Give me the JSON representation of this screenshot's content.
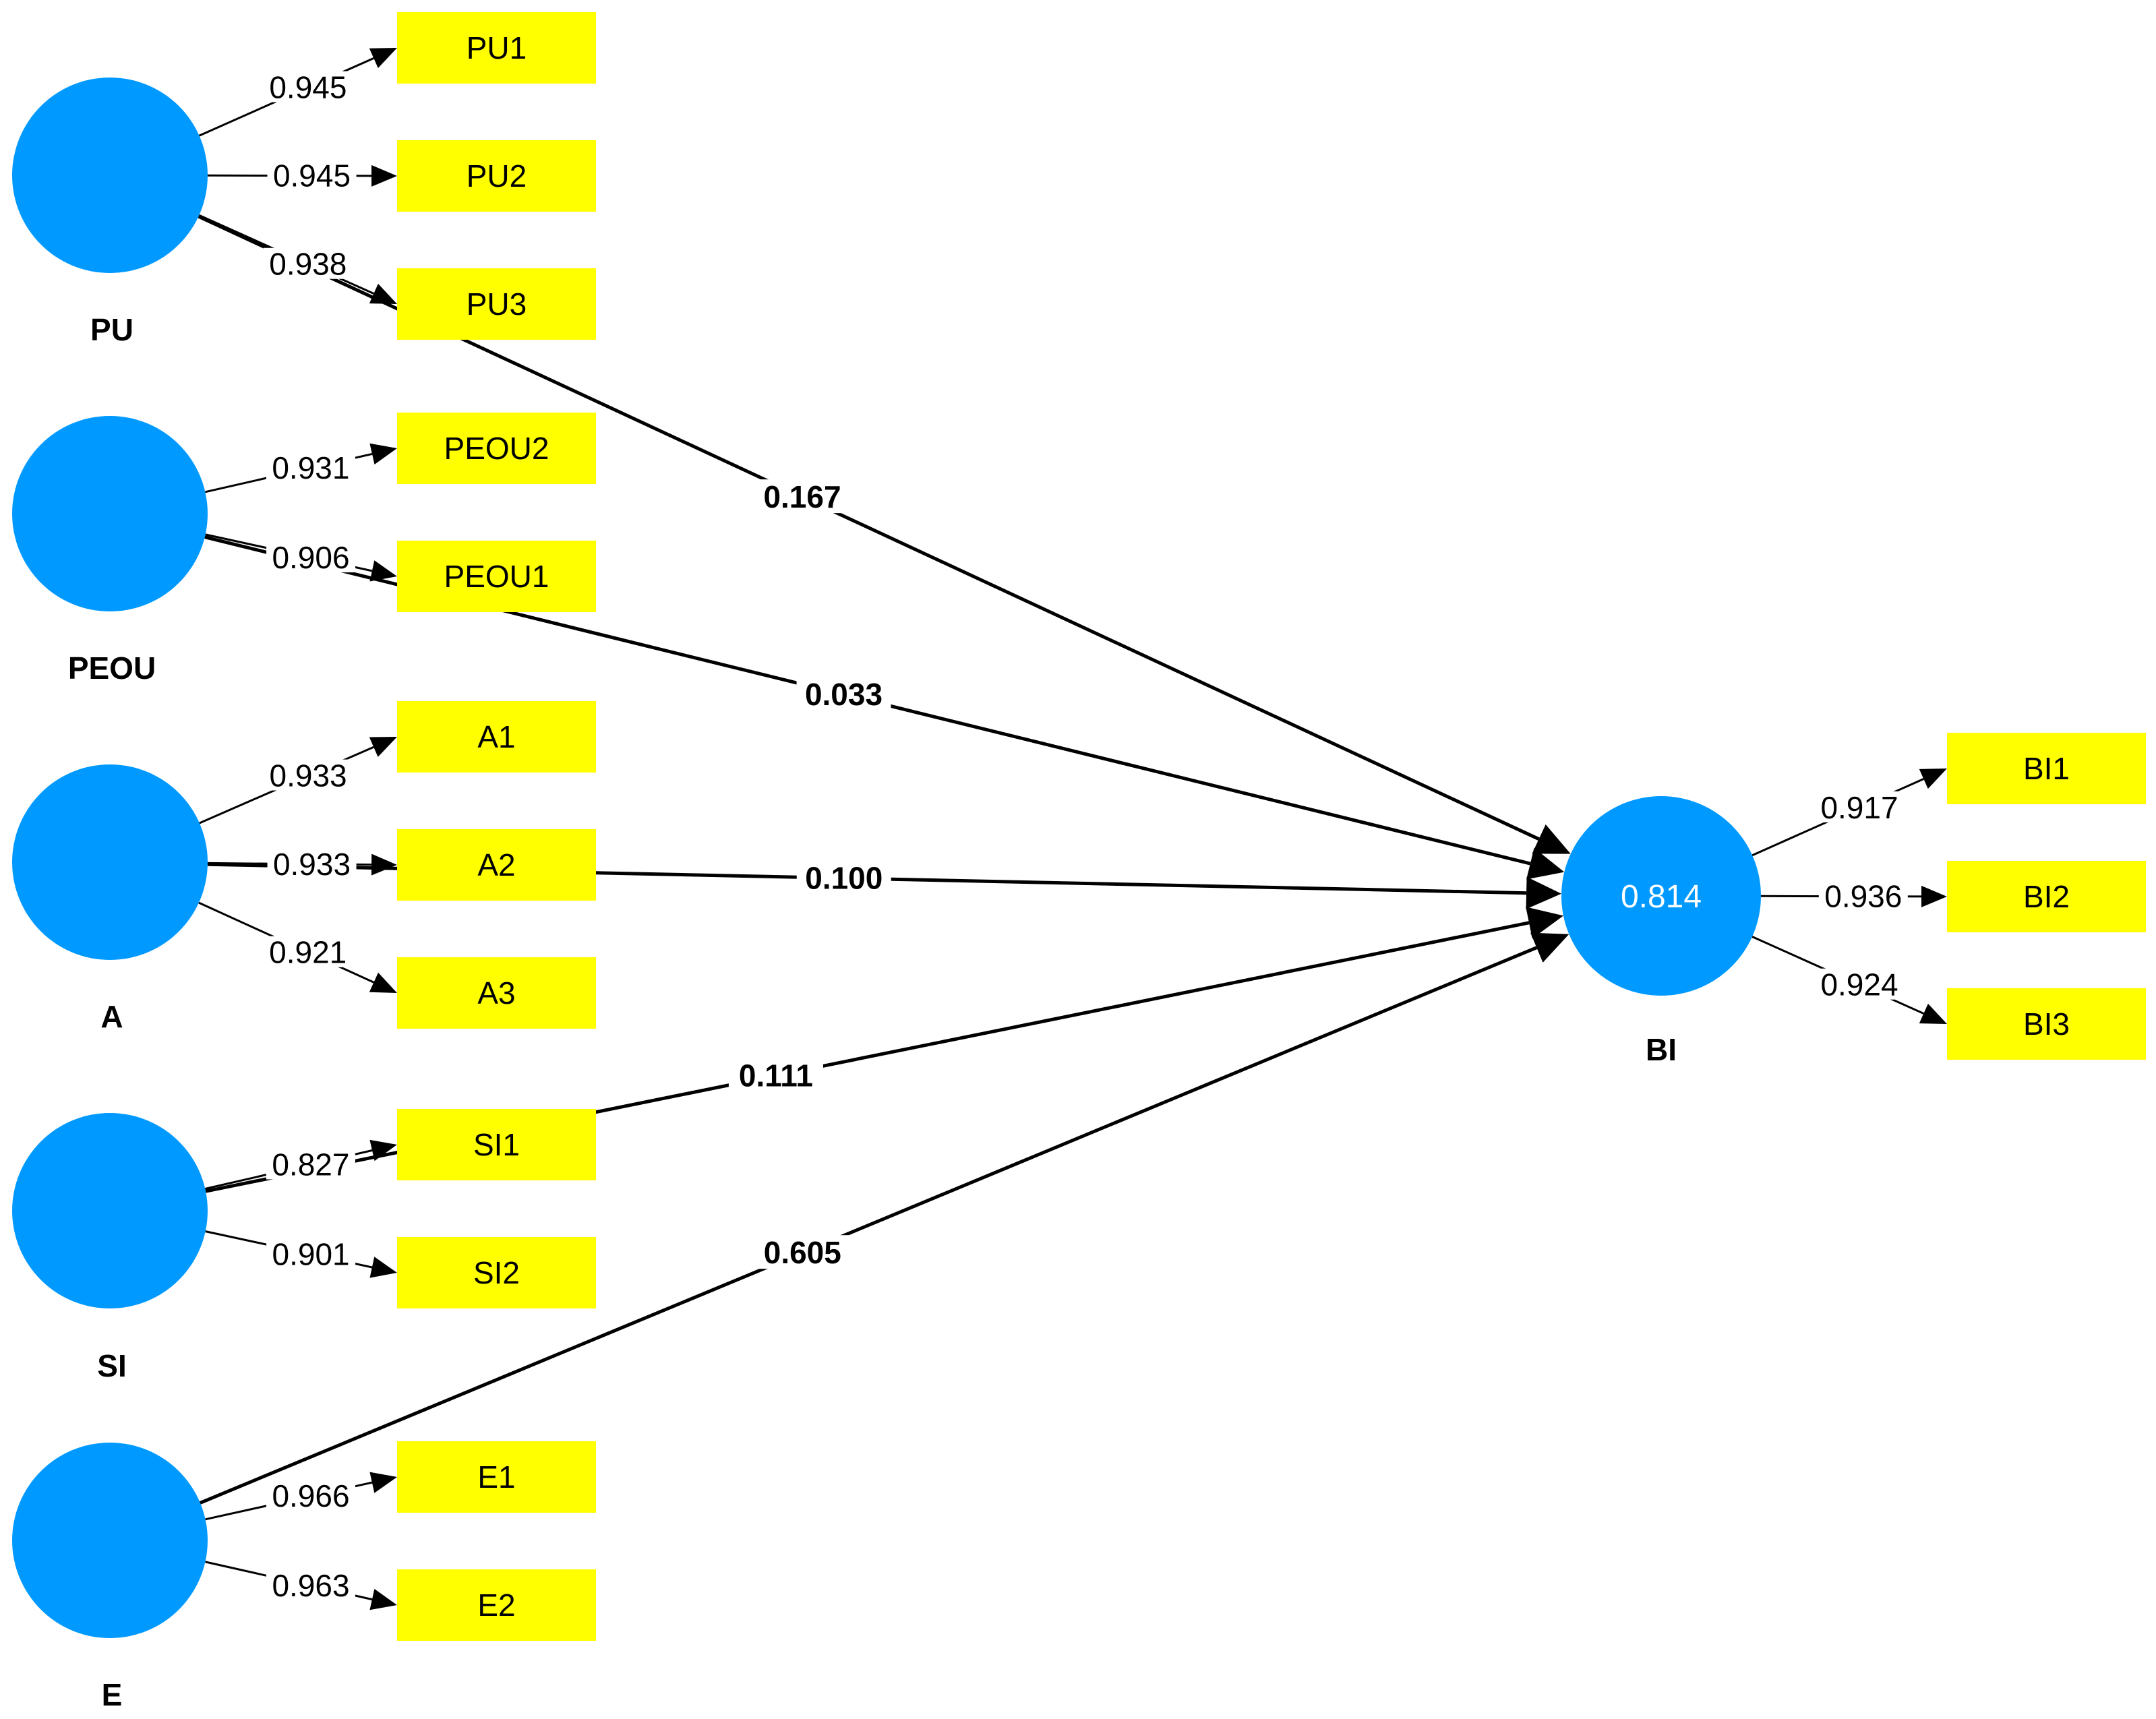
{
  "diagram": {
    "constructs": [
      {
        "id": "PU",
        "label": "PU",
        "value": ""
      },
      {
        "id": "PEOU",
        "label": "PEOU",
        "value": ""
      },
      {
        "id": "A",
        "label": "A",
        "value": ""
      },
      {
        "id": "SI",
        "label": "SI",
        "value": ""
      },
      {
        "id": "E",
        "label": "E",
        "value": ""
      },
      {
        "id": "BI",
        "label": "BI",
        "value": "0.814"
      }
    ],
    "indicators": [
      {
        "id": "PU1",
        "label": "PU1"
      },
      {
        "id": "PU2",
        "label": "PU2"
      },
      {
        "id": "PU3",
        "label": "PU3"
      },
      {
        "id": "PEOU2",
        "label": "PEOU2"
      },
      {
        "id": "PEOU1",
        "label": "PEOU1"
      },
      {
        "id": "A1",
        "label": "A1"
      },
      {
        "id": "A2",
        "label": "A2"
      },
      {
        "id": "A3",
        "label": "A3"
      },
      {
        "id": "SI1",
        "label": "SI1"
      },
      {
        "id": "SI2",
        "label": "SI2"
      },
      {
        "id": "E1",
        "label": "E1"
      },
      {
        "id": "E2",
        "label": "E2"
      },
      {
        "id": "BI1",
        "label": "BI1"
      },
      {
        "id": "BI2",
        "label": "BI2"
      },
      {
        "id": "BI3",
        "label": "BI3"
      }
    ],
    "loadings": [
      {
        "from": "PU",
        "to": "PU1",
        "value": "0.945"
      },
      {
        "from": "PU",
        "to": "PU2",
        "value": "0.945"
      },
      {
        "from": "PU",
        "to": "PU3",
        "value": "0.938"
      },
      {
        "from": "PEOU",
        "to": "PEOU2",
        "value": "0.931"
      },
      {
        "from": "PEOU",
        "to": "PEOU1",
        "value": "0.906"
      },
      {
        "from": "A",
        "to": "A1",
        "value": "0.933"
      },
      {
        "from": "A",
        "to": "A2",
        "value": "0.933"
      },
      {
        "from": "A",
        "to": "A3",
        "value": "0.921"
      },
      {
        "from": "SI",
        "to": "SI1",
        "value": "0.827"
      },
      {
        "from": "SI",
        "to": "SI2",
        "value": "0.901"
      },
      {
        "from": "E",
        "to": "E1",
        "value": "0.966"
      },
      {
        "from": "E",
        "to": "E2",
        "value": "0.963"
      },
      {
        "from": "BI",
        "to": "BI1",
        "value": "0.917"
      },
      {
        "from": "BI",
        "to": "BI2",
        "value": "0.936"
      },
      {
        "from": "BI",
        "to": "BI3",
        "value": "0.924"
      }
    ],
    "paths": [
      {
        "from": "PU",
        "to": "BI",
        "value": "0.167"
      },
      {
        "from": "PEOU",
        "to": "BI",
        "value": "0.033"
      },
      {
        "from": "A",
        "to": "BI",
        "value": "0.100"
      },
      {
        "from": "SI",
        "to": "BI",
        "value": "0.111"
      },
      {
        "from": "E",
        "to": "BI",
        "value": "0.605"
      }
    ],
    "colors": {
      "construct_fill": "#0099ff",
      "indicator_fill": "#ffff00",
      "line": "#000000"
    }
  }
}
